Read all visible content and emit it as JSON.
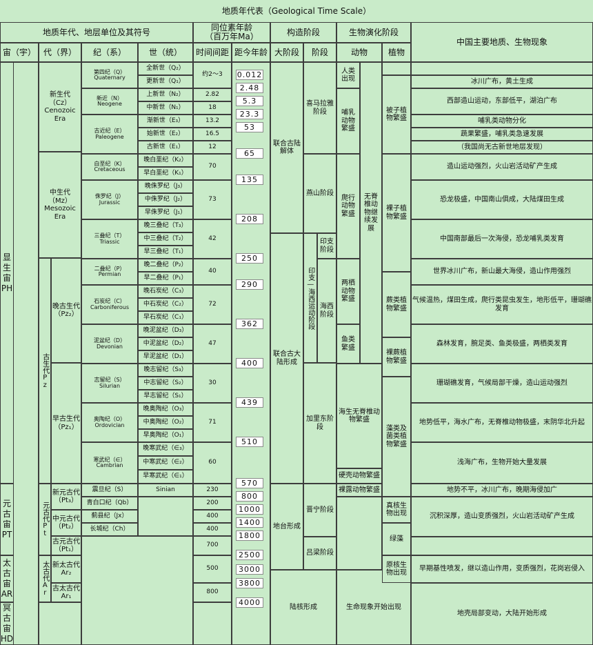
{
  "title": "地质年代表（Geological Time Scale）",
  "headers": {
    "group_units": "地质年代、地层单位及其符号",
    "group_isotope": "同位素年龄\n（百万年Ma）",
    "group_tectonic": "构造阶段",
    "group_evolution": "生物演化阶段",
    "group_china": "中国主要地质、生物现象",
    "eon": "宙（宇）",
    "era": "代（界）",
    "period": "纪（系）",
    "epoch": "世（统）",
    "interval": "时间间距",
    "age": "距今年龄",
    "major_stage": "大阶段",
    "stage": "阶段",
    "animal": "动物",
    "plant": "植物"
  },
  "eons": {
    "ph": "显\n生\n宙\nPH",
    "pt": "元\n古\n宙\nPT",
    "ar": "太\n古\n宙\nAR",
    "hd": "冥\n古\n宙\nHD"
  },
  "eras": {
    "cz": "新生代\n（Cz）\nCenozoic\nEra",
    "mz": "中生代（Mz）\nMesozoic\nEra",
    "pz": "古生代Pz",
    "pz2": "晚古生代\n（Pz₂）",
    "pz1": "早古生代\n（Pz₁）",
    "pt_era": "元古代Pt",
    "pt3": "新元古代\n（Pt₃）",
    "pt2": "中元古代\n（Pt₂）",
    "pt1": "古元古代\n（Pt₁）",
    "ar_era": "太古代Ar",
    "ar2": "新太古代\nAr₂",
    "ar1": "古太古代\nAr₁"
  },
  "periods": {
    "q": "第四纪（Q）\nQuaternary",
    "n": "新近（N）\nNeogene",
    "e": "古近纪（E）\nPaleogene",
    "k": "白垩纪（K）\nCretaceous",
    "j": "侏罗纪（J）\nJurassic",
    "t": "三叠纪（T）\nTriassic",
    "p": "二叠纪（P）\nPermian",
    "c": "石炭纪（C）\nCarboniferous",
    "d": "泥盆纪（D）\nDevonian",
    "s": "志留纪（S）\nSilurian",
    "o": "奥陶纪（O）\nOrdovician",
    "cam": "寒武纪（∈）\nCambrian",
    "z": "震旦纪（S）",
    "qb": "青白口纪（Qb）",
    "jx": "蓟县纪（Jx）",
    "ch": "长城纪（Ch）"
  },
  "epochs": {
    "q2": "全新世（Q₂）",
    "q1": "更新世（Q₁）",
    "n2": "上新世（N₂）",
    "n1": "中新世（N₁）",
    "e3": "渐新世（E₃）",
    "e2": "始新世（E₂）",
    "e1": "古新世（E₁）",
    "k2": "晚白垩纪（K₂）",
    "k1": "早白垩纪（K₁）",
    "j3": "晚侏罗纪（J₃）",
    "j2": "中侏罗纪（J₂）",
    "j1": "早侏罗纪（J₁）",
    "t3": "晚三叠纪（T₃）",
    "t2": "中三叠纪（T₂）",
    "t1": "早三叠纪（T₁）",
    "p2": "晚二叠纪（P₂）",
    "p1": "早二叠纪（P₁）",
    "c3": "晚石炭纪（C₃）",
    "c2": "中石炭纪（C₂）",
    "c1": "早石炭纪（C₁）",
    "d3": "晚泥盆纪（D₃）",
    "d2": "中泥盆纪（D₂）",
    "d1": "早泥盆纪（D₁）",
    "s3": "晚志留纪（S₃）",
    "s2": "中志留纪（S₂）",
    "s1": "早志留纪（S₁）",
    "o3": "晚奥陶纪（O₃）",
    "o2": "中奥陶纪（O₂）",
    "o1": "早奥陶纪（O₁）",
    "cam3": "晚寒武纪（∈₃）",
    "cam2": "中寒武纪（∈₂）",
    "cam1": "早寒武纪（∈₁）",
    "sinian": "Sinian"
  },
  "intervals": {
    "q": "约2～3",
    "n2": "2.82",
    "n1": "18",
    "e3": "13.2",
    "e2": "16.5",
    "e1": "12",
    "k": "70",
    "j": "73",
    "t": "42",
    "p": "40",
    "c": "72",
    "d": "47",
    "s": "30",
    "o": "71",
    "cam": "60",
    "z": "230",
    "qb": "200",
    "jx": "400",
    "ch": "400",
    "pt1": "700",
    "ar2": "500",
    "ar1": "800"
  },
  "ages": [
    "0.012",
    "2.48",
    "5.3",
    "23.3",
    "53",
    "65",
    "135",
    "208",
    "250",
    "290",
    "362",
    "400",
    "439",
    "510",
    "570",
    "800",
    "1000",
    "1400",
    "1800",
    "2500",
    "3000",
    "3800",
    "4000"
  ],
  "tectonic": {
    "lianhe_gulu": "联合古陆\n解体",
    "himalaya": "喜马拉雅\n阶段",
    "yanshan": "燕山阶段",
    "indo_chinese": "印支\n阶段",
    "indo_hercynian": "印支—海西运动阶段",
    "hercynian": "海西\n阶段",
    "lianhe_dalu": "联合古大\n陆形成",
    "caledonian": "加里东阶\n段",
    "taidi": "地台形成",
    "jinning": "晋宁阶段",
    "lvliang": "吕梁阶段",
    "lühe": "陆核形成"
  },
  "animals": {
    "human": "人类\n出现",
    "mammal": "哺乳\n动物\n繁盛",
    "reptile": "爬行\n动物\n繁盛",
    "invertebrate_trend": "无脊\n椎动\n物继\n续发\n展",
    "amphibian": "两栖\n动物\n繁盛",
    "fish": "鱼类\n繁盛",
    "marine_invert": "海生无脊椎动\n物繁盛",
    "shelled": "硬壳动物繁盛",
    "naked": "裸露动物繁盛",
    "life_begins": "生命现象开始出现"
  },
  "plants": {
    "angiosperm": "被子植\n物繁盛",
    "gymnosperm": "裸子植\n物繁盛",
    "fern": "蕨类植\n物繁盛",
    "psilophyte": "裸蕨植\n物繁盛",
    "algae": "藻类及\n菌类植\n物繁盛",
    "eukaryote": "真核生\n物出现",
    "green_algae": "绿藻",
    "prokaryote": "原核生\n物出现"
  },
  "china": {
    "r_q": "冰川广布，黄土生成",
    "r_n": "西部造山运动，东部低平，湖泊广布",
    "r_e1": "哺乳类动物分化",
    "r_e2": "蔬果繁盛，哺乳类急速发展",
    "r_e3": "（我国尚无古新世地层发现）",
    "r_k": "造山运动强烈，火山岩活动矿产生成",
    "r_j": "恐龙极盛，中国南山俱成，大陆煤田生成",
    "r_t": "中国南部最后一次海侵，恐龙哺乳类发育",
    "r_p": "世界冰川广布，新山最大海侵，造山作用强烈",
    "r_c": "气候温热，煤田生成，爬行类昆虫发生，地形低平，珊瑚礁发育",
    "r_d": "森林发育，腕足类、鱼类极盛，两栖类发育",
    "r_s": "珊瑚礁发育，气候局部干燥，造山运动强烈",
    "r_o": "地势低平，海水广布，无脊椎动物极盛，末阴华北升起",
    "r_cam": "浅海广布，生物开始大量发展",
    "r_z": "地势不平，冰川广布，晚期海侵加广",
    "r_pt": "沉积深厚，造山变质强烈，火山岩活动矿产生成",
    "r_ar": "早期基性喷发，继以造山作用，变质强烈，花岗岩侵入",
    "r_hd": "地壳局部变动，大陆开始形成"
  }
}
